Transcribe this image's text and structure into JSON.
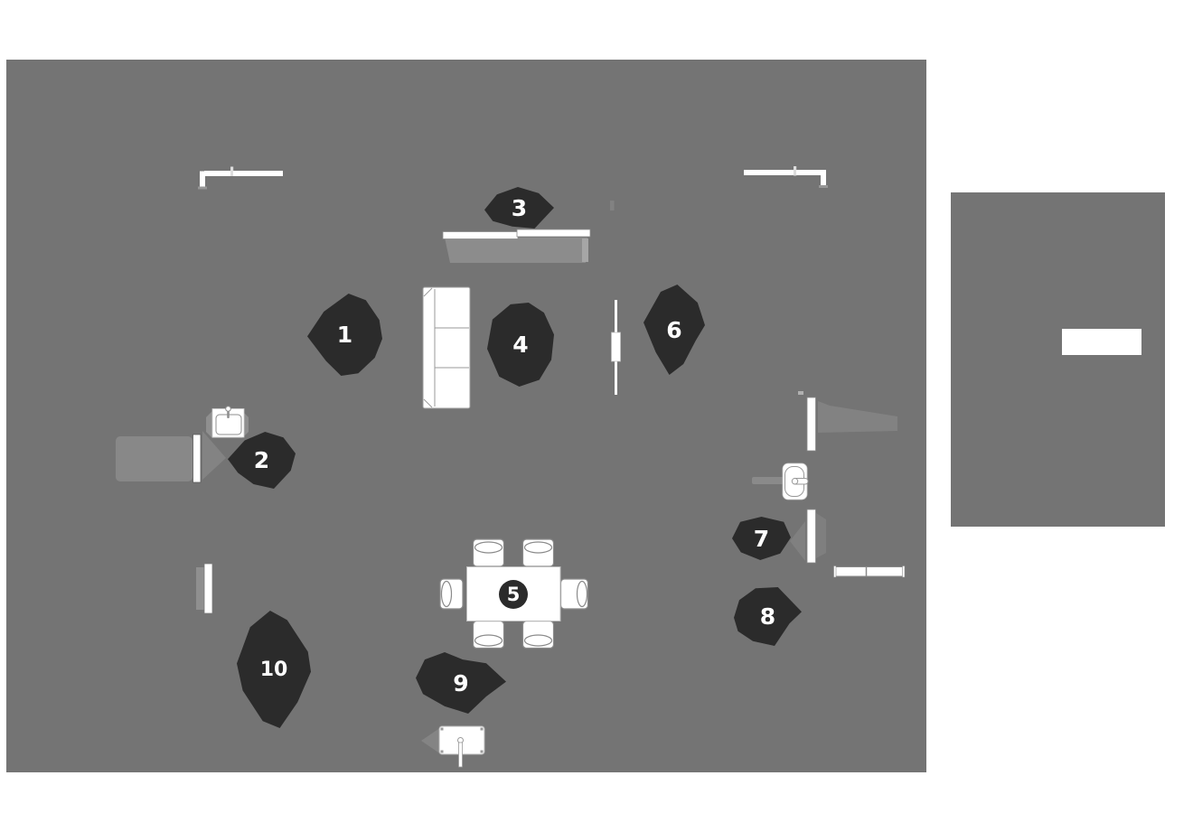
{
  "app": {
    "view": "floor-plan-with-photo-markers",
    "visible_text_note": "only numbered markers are textual"
  },
  "colors": {
    "page_background": "#ffffff",
    "floor": "#747474",
    "marker_fill": "#2b2b2b",
    "marker_text": "#ffffff",
    "furniture_fill": "#ffffff",
    "furniture_stroke": "#999999",
    "shade_light": "#8a8a8a"
  },
  "markers": [
    {
      "label": "1"
    },
    {
      "label": "2"
    },
    {
      "label": "3"
    },
    {
      "label": "4"
    },
    {
      "label": "5"
    },
    {
      "label": "6"
    },
    {
      "label": "7"
    },
    {
      "label": "8"
    },
    {
      "label": "9"
    },
    {
      "label": "10"
    }
  ],
  "furniture_icons": [
    "wall-segment-top-left-icon",
    "wall-segment-top-right-icon",
    "sideboard-icon",
    "sofa-icon",
    "tv-wall-line-icon",
    "sink-icon",
    "door-left-icon",
    "window-left-icon",
    "dining-table-icon",
    "dining-chair-icon",
    "toilet-icon",
    "door-bathroom-upper-icon",
    "door-bathroom-lower-icon",
    "radiator-icon",
    "wash-basin-icon"
  ],
  "side_panel": {
    "has_white_highlight": true
  }
}
